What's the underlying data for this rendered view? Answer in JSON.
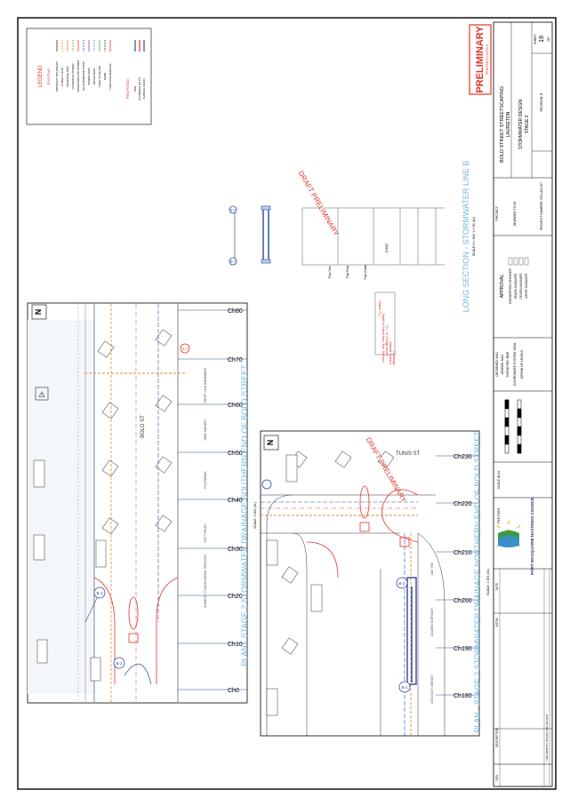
{
  "stamp": {
    "main": "PRELIMINARY",
    "sub": "PRINTED 01/12/2019"
  },
  "legend": {
    "title": "LEGEND",
    "existing_heading": "EXISTING",
    "proposed_heading": "PROPOSED",
    "existing_items": [
      "PROPERTY BOUNDARY",
      "STREET LIGHT",
      "DRAINAGE PIPE",
      "OVERHEAD POWER",
      "UNDERGROUND POWER",
      "TELECOMMUNICATION",
      "SEWER MAIN",
      "WATER MAIN",
      "TREE TO RETAIN",
      "KERB",
      "TREE FOR REMOVAL"
    ],
    "proposed_items": [
      "PIPE",
      "STORMWATER PIT",
      "SUBSOIL DRAIN"
    ]
  },
  "titleblock": {
    "project_label": "PROJECT:",
    "project": "BOLD STREET STREETSCAPING",
    "location": "LAURIETON",
    "drawing_title_label": "DRAWING TITLE:",
    "drawing_title": "STORMWATER DESIGN",
    "stage": "STAGE 2",
    "sheet_label": "SHEET",
    "sheet_no": "19",
    "sheet_of": "OF",
    "project_number": "PROJECT NUMBER: RS.LAU.007",
    "revision": "REVISION: B",
    "approval": "APPROVAL",
    "approvals": [
      "ENGINEERING DESIGNER",
      "ROADS MANAGER",
      "DESIGN MANAGER",
      "CARRY MANAGER"
    ],
    "designed": "DESIGNED: MAJ",
    "drawn": "DRAWN: MAJ",
    "surveyed": "SURVEYED: BME",
    "coordinate": "COORDINATE SYSTEM: MGA",
    "origin": "ORIGIN OF LEVELS",
    "scale": "SCALE @ A1",
    "file_path": "FILE PATH:",
    "council": "PORT MACQUARIE HASTINGS COUNCIL"
  },
  "revisions": {
    "rev": "REV.",
    "description": "DESCRIPTION",
    "initial": "INITIAL",
    "date": "DATE",
    "row1": "PRELIMINARY ISSUED FOR REVIEW"
  },
  "plan_south": {
    "title": "PLAN - STAGE 2 STORMWATER DRAINAGE SOUTHERN END OF BOLD STREET",
    "scale": "SCALE: 1:200 (A1)",
    "street": "BOLD ST",
    "chainages": [
      "Ch80",
      "Ch70",
      "Ch60",
      "Ch50",
      "Ch40",
      "Ch30",
      "Ch20",
      "Ch10",
      "Ch0"
    ],
    "pits": [
      "B-1",
      "B-2",
      "A-1"
    ],
    "shops": [
      "THRIFT LINK HARDWARE",
      "JADE GARDEN",
      "FOURWEAR",
      "EAST FIELDS",
      "FUNERAL SERVICES",
      "CHINESE STUDIO"
    ]
  },
  "plan_north": {
    "title": "PLAN - STAGE 2 STORMWATER DRAINAGE NORTHERN END OF BOLD STREET",
    "scale": "SCALE: 1:200 (A1)",
    "street": "TUNIS ST",
    "chainages": [
      "Ch230",
      "Ch220",
      "Ch210",
      "Ch200",
      "Ch190",
      "Ch180"
    ],
    "pits": [
      "B-1",
      "B-2"
    ],
    "shops": [
      "DAY SPA",
      "GOLDEN ELEPHANT",
      "DISCOUNT CHEMIST"
    ]
  },
  "long_section": {
    "title": "LONG SECTION - STORMWATER LINE B",
    "scale": "SCALE H 1:500, V 1:50 (A1)",
    "pit_left": "B-2",
    "pit_right": "B-1",
    "row_labels": [
      "Datum R.L.",
      "Depth to Invert from Nat. Surface",
      "R.L. of Design Invert",
      "Natural Surface",
      "Chainage"
    ],
    "datum_value": "-3.000",
    "pipe_labels": [
      "Pipe Size",
      "Pipe Flow",
      "Pipe Grade"
    ]
  },
  "watermark": "DRAFT PRELIMINARY",
  "north_label": "N"
}
